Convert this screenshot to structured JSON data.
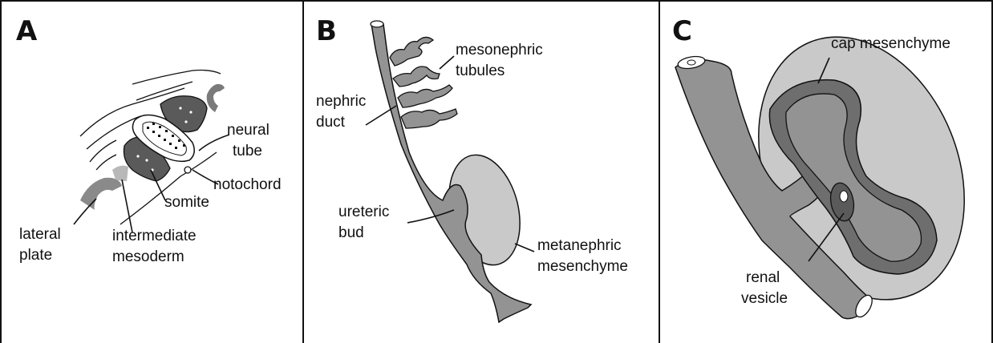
{
  "colors": {
    "duct": "#939393",
    "light_mesenchyme": "#c9c9c9",
    "dark_cap": "#6e6e6e",
    "somite_dark": "#5a5a5a",
    "outline": "#111111",
    "background": "#ffffff"
  },
  "panels": [
    {
      "letter": "A",
      "labels": {
        "neural_tube": [
          "neural",
          "tube"
        ],
        "notochord": "notochord",
        "somite": "somite",
        "lateral_plate": [
          "lateral",
          "plate"
        ],
        "intermediate_mesoderm": [
          "intermediate",
          "mesoderm"
        ]
      }
    },
    {
      "letter": "B",
      "labels": {
        "mesonephric_tubules": [
          "mesonephric",
          "tubules"
        ],
        "nephric_duct": [
          "nephric",
          "duct"
        ],
        "ureteric_bud": [
          "ureteric",
          "bud"
        ],
        "metanephric_mesenchyme": [
          "metanephric",
          "mesenchyme"
        ]
      }
    },
    {
      "letter": "C",
      "labels": {
        "cap_mesenchyme": "cap mesenchyme",
        "renal_vesicle": [
          "renal",
          "vesicle"
        ]
      }
    }
  ]
}
